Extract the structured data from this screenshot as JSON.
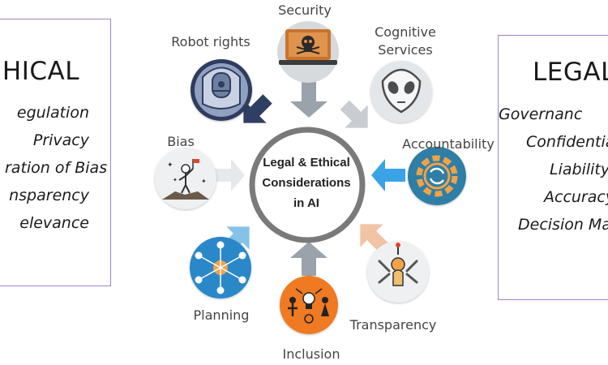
{
  "left_panel": {
    "title": "HICAL",
    "items": [
      "egulation",
      "Privacy",
      "ration of Bias",
      "nsparency",
      "elevance"
    ]
  },
  "right_panel": {
    "title": "LEGAL",
    "items": [
      "Governanc",
      "Confidentia",
      "Liability",
      "Accuracy",
      "Decision Ma"
    ]
  },
  "center": {
    "line1": "Legal & Ethical",
    "line2": "Considerations",
    "line3": "in AI"
  },
  "nodes": {
    "security": "Security",
    "robot_rights": "Robot rights",
    "cognitive_line1": "Cognitive",
    "cognitive_line2": "Services",
    "bias": "Bias",
    "accountability": "Accountability",
    "planning": "Planning",
    "transparency": "Transparency",
    "inclusion": "Inclusion"
  },
  "colors": {
    "ring": "#7a7a7a",
    "frame": "#9b86c9",
    "arrow_gray": "#9aa3ab",
    "arrow_navy": "#2e3f63",
    "arrow_light": "#c9ccd0",
    "arrow_blue": "#3aa3e8",
    "arrow_skyblue": "#86c2e8",
    "arrow_peach": "#f3c3a5",
    "planning_bg": "#2c88c8",
    "inclusion_bg": "#ef7a22",
    "accountability_bg": "#2f7ea5"
  }
}
